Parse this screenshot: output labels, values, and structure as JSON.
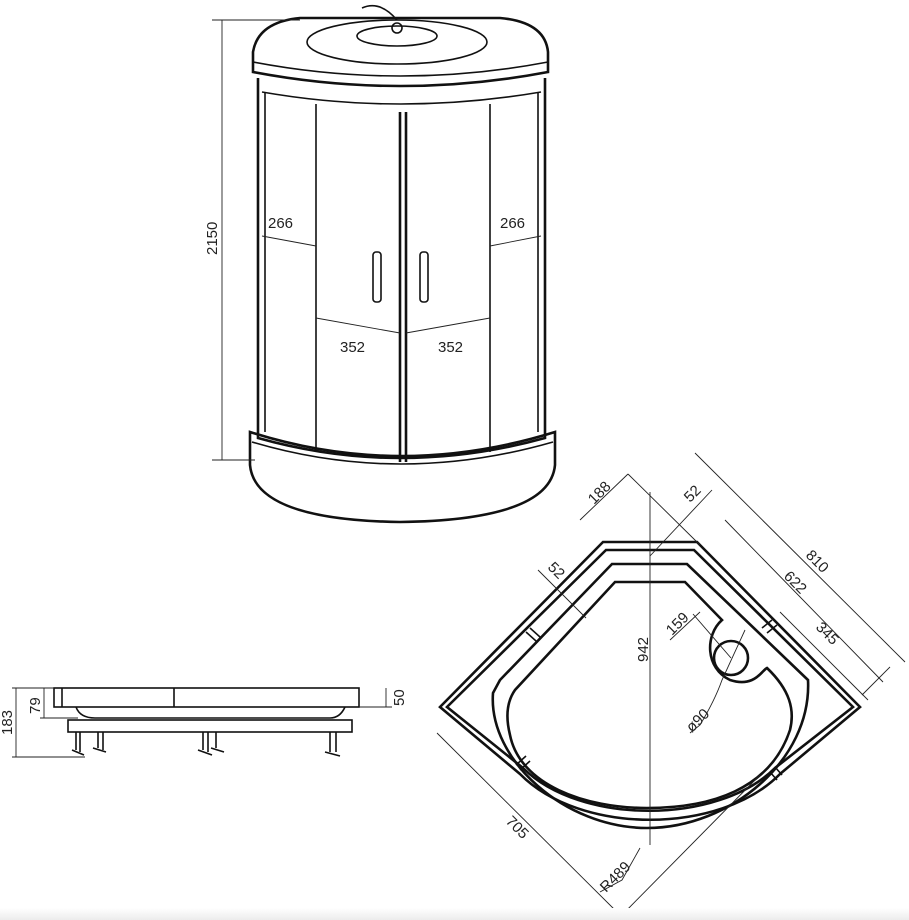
{
  "cabin_front_view": {
    "height_label": "2150",
    "left_side_width_label": "266",
    "right_side_width_label": "266",
    "left_door_width_label": "352",
    "right_door_width_label": "352"
  },
  "tray_side_view": {
    "total_height_label": "183",
    "tray_height_label": "79",
    "rim_height_label": "50"
  },
  "tray_plan_view": {
    "corner_offset_label": "188",
    "top_rim_label": "52",
    "side_rim_label": "52",
    "diagonal_label": "942",
    "side_length_label": "810",
    "inner_length_label": "622",
    "drain_offset_label": "345",
    "drain_distance_label": "159",
    "drain_diameter_label": "ø90",
    "front_width_label": "705",
    "radius_label": "R489"
  }
}
